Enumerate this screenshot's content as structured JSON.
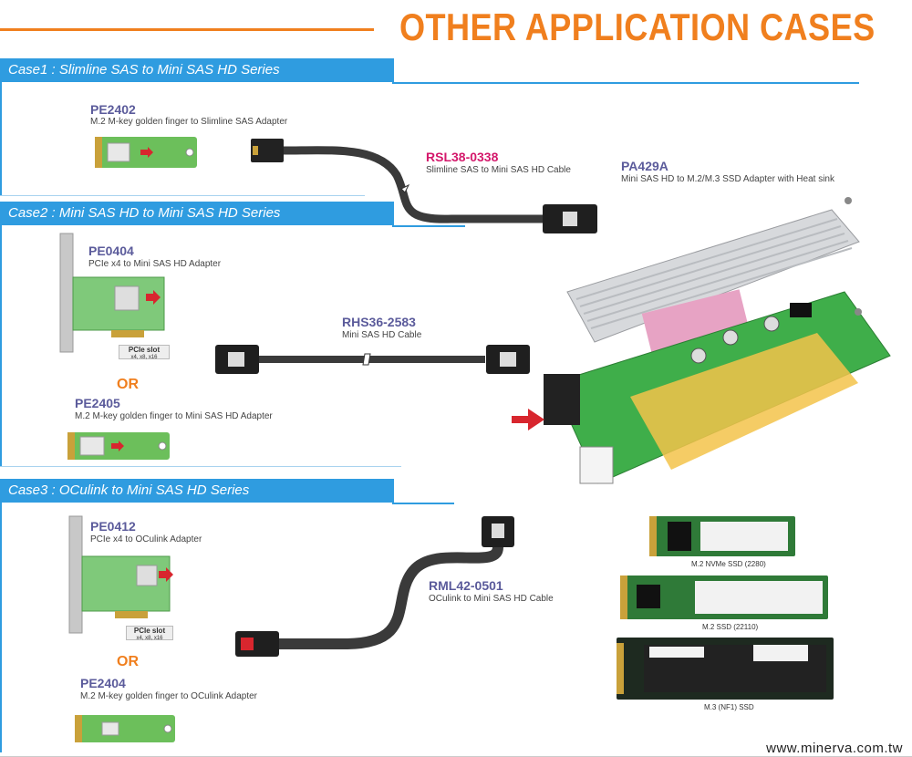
{
  "header": {
    "title": "OTHER APPLICATION CASES"
  },
  "cases": [
    {
      "label": "Case1 : Slimline SAS to Mini SAS HD Series"
    },
    {
      "label": "Case2 : Mini SAS HD to Mini SAS HD Series"
    },
    {
      "label": "Case3 : OCulink to Mini SAS HD Series"
    }
  ],
  "products": {
    "pe2402": {
      "model": "PE2402",
      "desc": "M.2 M-key golden finger to Slimline SAS Adapter"
    },
    "rsl38": {
      "model": "RSL38-0338",
      "desc": "Slimline SAS to Mini SAS HD Cable"
    },
    "pa429a": {
      "model": "PA429A",
      "desc": "Mini SAS HD to M.2/M.3 SSD Adapter with Heat sink"
    },
    "pe0404": {
      "model": "PE0404",
      "desc": "PCIe x4 to Mini SAS HD Adapter"
    },
    "rhs36": {
      "model": "RHS36-2583",
      "desc": "Mini SAS HD Cable"
    },
    "pe2405": {
      "model": "PE2405",
      "desc": "M.2 M-key golden finger to Mini SAS HD Adapter"
    },
    "pe0412": {
      "model": "PE0412",
      "desc": "PCIe x4 to OCulink Adapter"
    },
    "rml42": {
      "model": "RML42-0501",
      "desc": "OCulink to Mini SAS HD Cable"
    },
    "pe2404": {
      "model": "PE2404",
      "desc": "M.2 M-key golden finger to OCulink Adapter"
    }
  },
  "or_label": "OR",
  "pcie_slot": {
    "title": "PCIe slot",
    "sub": "x4, x8, x16"
  },
  "ssd_captions": [
    "M.2 NVMe SSD (2280)",
    "M.2 SSD (22110)",
    "M.3 (NF1) SSD"
  ],
  "footer": {
    "url": "www.minerva.com.tw"
  },
  "colors": {
    "accent_orange": "#f07f1e",
    "case_blue": "#2f9ce0",
    "model_purple": "#5b5b9b",
    "model_magenta": "#d4186b",
    "pcb_green": "#3fae4a"
  }
}
